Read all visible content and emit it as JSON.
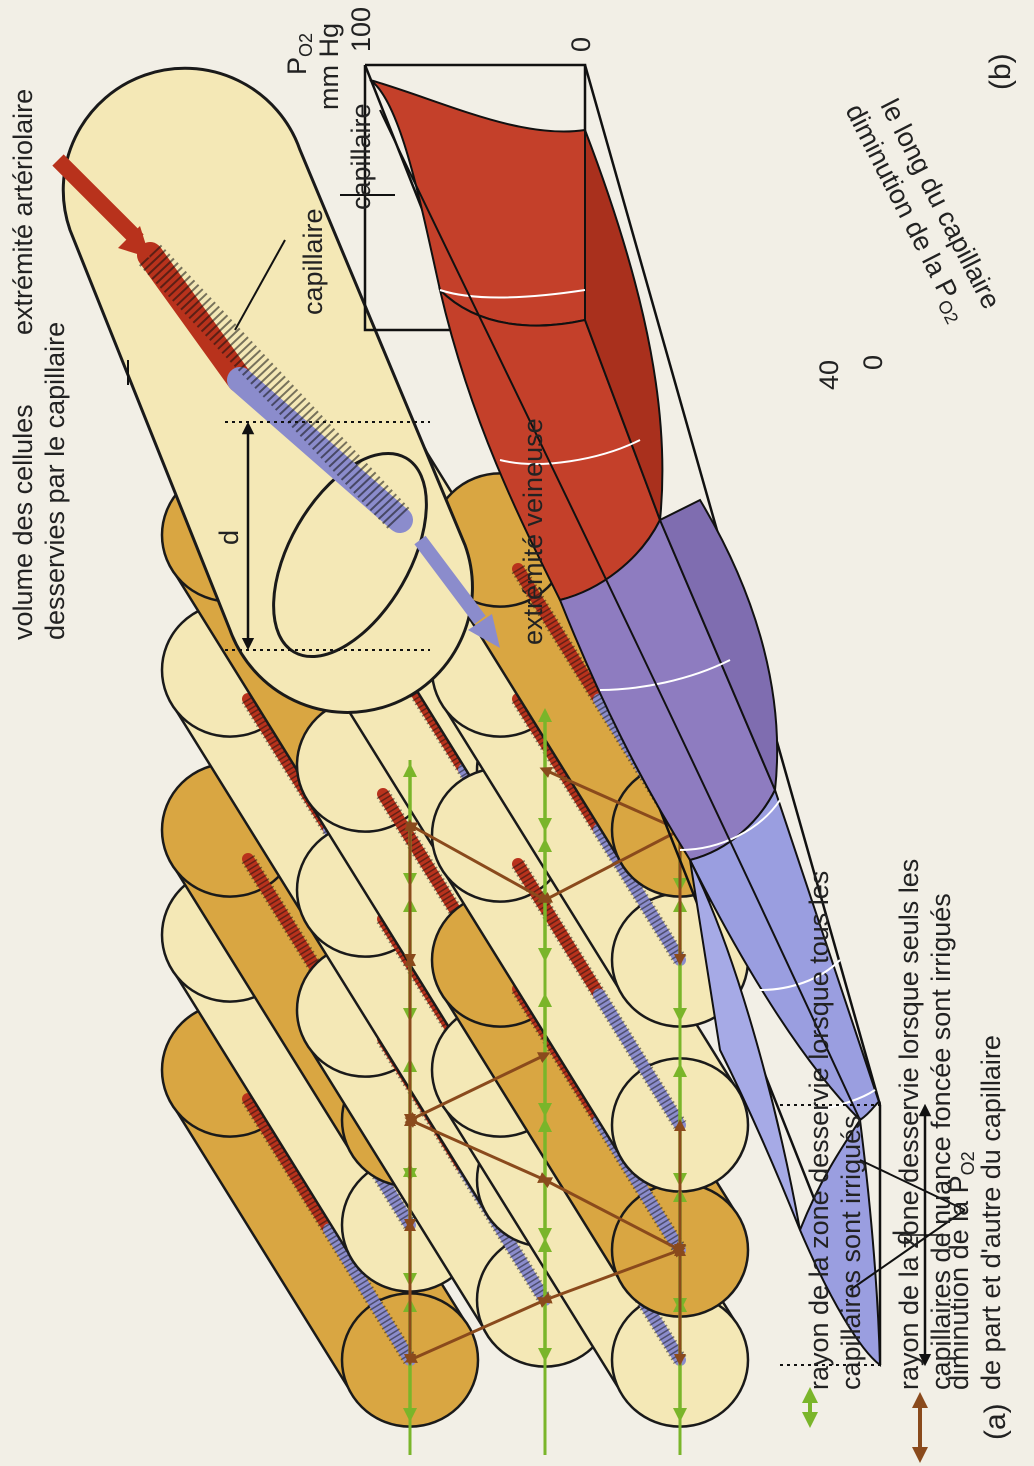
{
  "figure": {
    "panel_a": {
      "panel_label": "(a)",
      "legend": [
        {
          "arrow_color": "#7ab52a",
          "line1": "rayon de la zone desservie lorsque tous les",
          "line2": "capillaires sont irrigués"
        },
        {
          "arrow_color": "#8a4a1c",
          "line1": "rayon de la zone desservie lorsque seuls les",
          "line2": "capillaires de nuance foncée sont irrigués"
        }
      ]
    },
    "panel_b_top": {
      "volume_label_line1": "volume des cellules",
      "volume_label_line2": "desservies par le capillaire",
      "capillaire_label": "capillaire",
      "arterial_label": "extrémité artériolaire",
      "venous_label": "extrémité veineuse",
      "d_label": "d"
    },
    "panel_b_bottom": {
      "panel_label": "(b)",
      "axis_title_main": "P",
      "axis_title_sub": "O2",
      "axis_unit": "mm Hg",
      "tick_100": "100",
      "tick_0_top": "0",
      "tick_40": "40",
      "tick_0_bottom": "0",
      "along_label_line1": "le long du capillaire",
      "along_label_line2": "diminution de la P",
      "along_label_sub": "O2",
      "capillaire_label": "capillaire",
      "d_label": "d",
      "side_label_line1": "diminution de la P",
      "side_label_sub": "O2",
      "side_label_line2": "de part et d'autre du capillaire"
    },
    "colors": {
      "tissue_light": "#f4e8b6",
      "tissue_dark": "#d9a642",
      "arterial_red": "#b8321c",
      "venous_blue": "#8b8ccc",
      "green_arrow": "#7ab52a",
      "brown_arrow": "#8a4a1c",
      "surface_red": "#c4402a",
      "surface_purple": "#8e7cc0",
      "surface_blue": "#9a9ee0"
    }
  }
}
